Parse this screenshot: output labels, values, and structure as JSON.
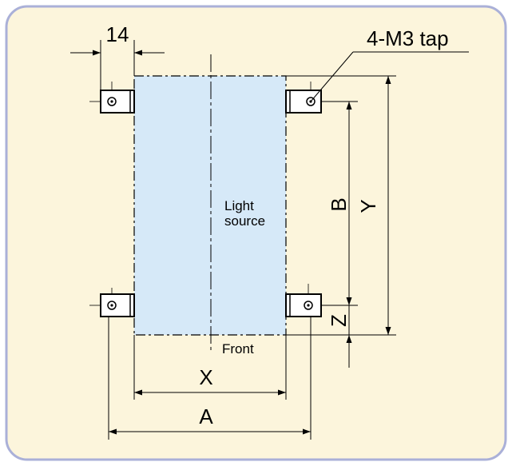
{
  "colors": {
    "panel_fill": "#fcf5dc",
    "panel_border": "#aab0d8",
    "light_source_fill": "#d6e9f8",
    "line": "#000000"
  },
  "labels": {
    "width_14": "14",
    "tap": "4-M3 tap",
    "light_source_line1": "Light",
    "light_source_line2": "source",
    "front": "Front",
    "dim_x": "X",
    "dim_a": "A",
    "dim_b": "B",
    "dim_y": "Y",
    "dim_z": "Z"
  }
}
